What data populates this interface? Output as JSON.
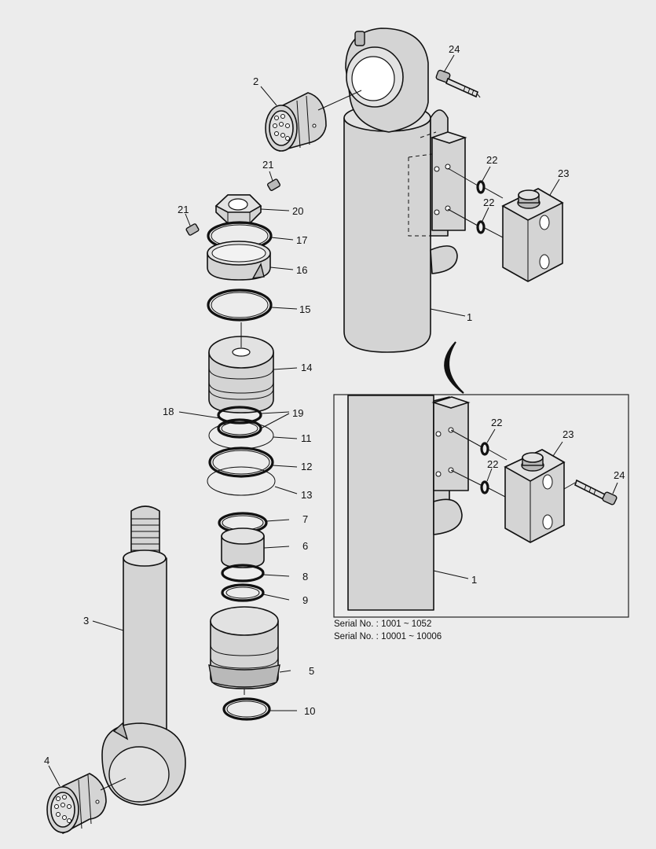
{
  "callouts": {
    "c1": "1",
    "c2": "2",
    "c3": "3",
    "c4": "4",
    "c5": "5",
    "c6": "6",
    "c7": "7",
    "c8": "8",
    "c9": "9",
    "c10": "10",
    "c11": "11",
    "c12": "12",
    "c13": "13",
    "c14": "14",
    "c15": "15",
    "c16": "16",
    "c17": "17",
    "c18": "18",
    "c19": "19",
    "c20": "20",
    "c21": "21",
    "c22": "22",
    "c23": "23",
    "c24": "24"
  },
  "serials": {
    "line1": "Serial No. : 1001 ~ 1052",
    "line2": "Serial No. : 10001 ~ 10006"
  }
}
